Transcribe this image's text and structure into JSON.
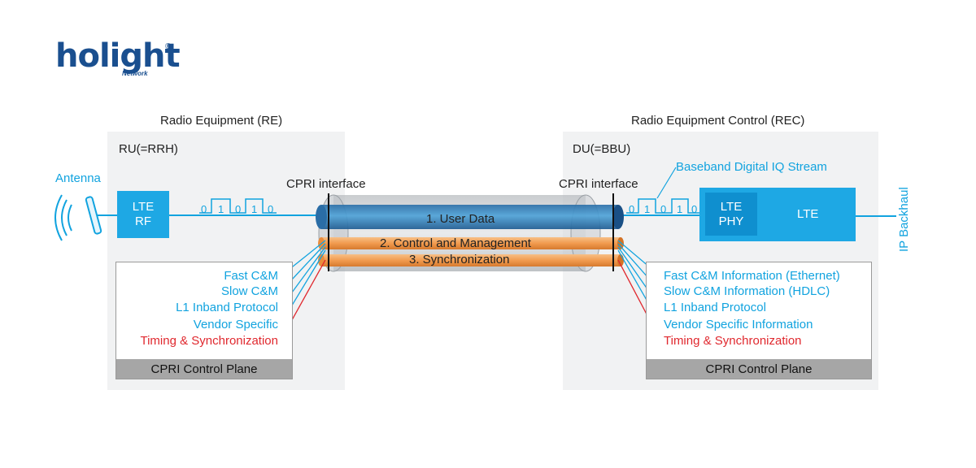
{
  "logo": {
    "name": "holight",
    "sub": "Network",
    "reg": "®"
  },
  "left": {
    "title": "Radio Equipment (RE)",
    "unit": "RU(=RRH)",
    "antenna": "Antenna",
    "box_label_1": "LTE",
    "box_label_2": "RF",
    "interface": "CPRI interface",
    "bits": [
      "0",
      "1",
      "0",
      "1",
      "0"
    ],
    "items": [
      "Fast C&M",
      "Slow C&M",
      "L1 Inband Protocol",
      "Vendor Specific",
      "Timing & Synchronization"
    ],
    "control_plane": "CPRI Control Plane"
  },
  "right": {
    "title": "Radio Equipment Control (REC)",
    "unit": "DU(=BBU)",
    "interface": "CPRI interface",
    "stream": "Baseband Digital IQ Stream",
    "phy_1": "LTE",
    "phy_2": "PHY",
    "lte": "LTE",
    "backhaul": "IP Backhaul",
    "bits": [
      "0",
      "1",
      "0",
      "1",
      "0"
    ],
    "items": [
      "Fast C&M Information (Ethernet)",
      "Slow C&M Information (HDLC)",
      "L1 Inband Protocol",
      "Vendor Specific Information",
      "Timing & Synchronization"
    ],
    "control_plane": "CPRI Control Plane"
  },
  "tube": {
    "user_data": "1. User Data",
    "control": "2. Control and Management",
    "sync": "3. Synchronization"
  },
  "colors": {
    "accent": "#1ea8e4",
    "text_blue": "#11a3df",
    "timing_red": "#e0282e",
    "orange": "#f0a05a",
    "panel": "#f1f2f3"
  }
}
